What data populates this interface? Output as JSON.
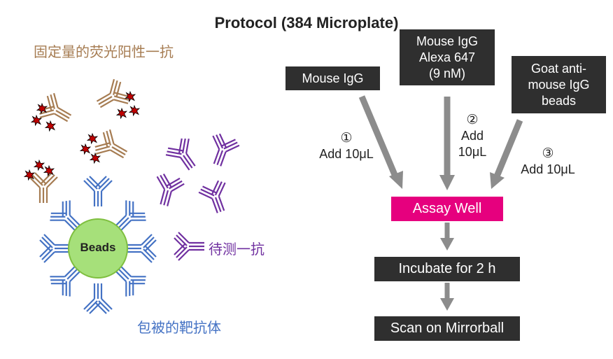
{
  "title": "Protocol (384 Microplate)",
  "left": {
    "fluor_label": "固定量的荧光阳性一抗",
    "test_label": "待测一抗",
    "coated_label": "包被的靶抗体",
    "bead_label": "Beads",
    "colors": {
      "fluor": "#a67c52",
      "test": "#7030a0",
      "coated": "#4472c4",
      "bead": "#a6e07a",
      "star": "#c00000"
    }
  },
  "right": {
    "reagents": [
      {
        "lines": [
          "Mouse IgG"
        ]
      },
      {
        "lines": [
          "Mouse IgG",
          "Alexa 647",
          "(9 nM)"
        ]
      },
      {
        "lines": [
          "Goat anti-",
          "mouse IgG",
          "beads"
        ]
      }
    ],
    "steps": [
      {
        "num": "①",
        "lines": [
          "Add 10μL"
        ]
      },
      {
        "num": "②",
        "lines": [
          "Add",
          "10μL"
        ]
      },
      {
        "num": "③",
        "lines": [
          "Add 10μL"
        ]
      }
    ],
    "assay_well": "Assay Well",
    "incubate": "Incubate for 2 h",
    "scan": "Scan on Mirrorball",
    "colors": {
      "assay": "#e6007e",
      "box": "#2f2f2f",
      "arrow": "#8c8c8c"
    }
  }
}
